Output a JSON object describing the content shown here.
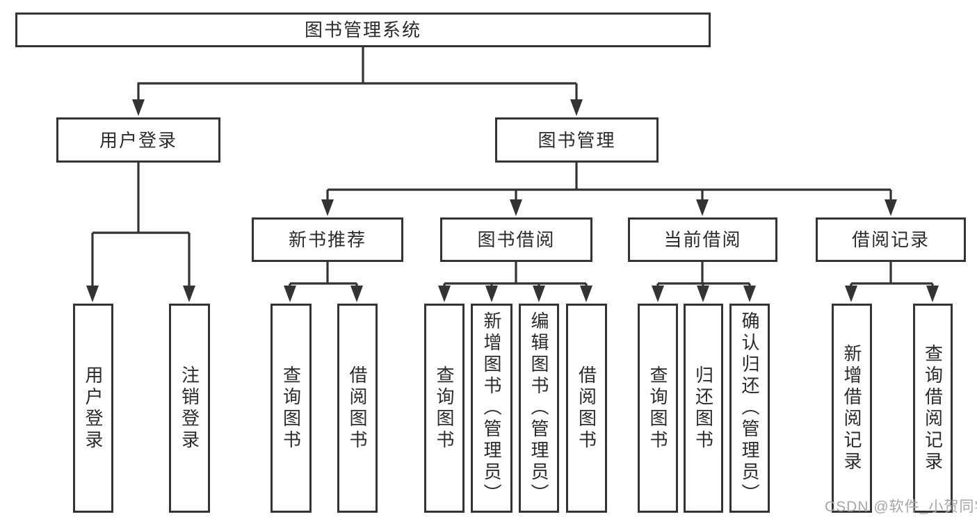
{
  "diagram": {
    "root": {
      "label": "图书管理系统"
    },
    "level2": [
      {
        "label": "用户登录"
      },
      {
        "label": "图书管理"
      }
    ],
    "level3": [
      {
        "label": "新书推荐"
      },
      {
        "label": "图书借阅"
      },
      {
        "label": "当前借阅"
      },
      {
        "label": "借阅记录"
      }
    ],
    "leaves": {
      "user_login": [
        {
          "label": "用户登录"
        },
        {
          "label": "注销登录"
        }
      ],
      "new_books": [
        {
          "label": "查询图书"
        },
        {
          "label": "借阅图书"
        }
      ],
      "book_borrow": [
        {
          "label": "查询图书"
        },
        {
          "label": "新增图书（管理员）"
        },
        {
          "label": "编辑图书（管理员）"
        },
        {
          "label": "借阅图书"
        }
      ],
      "current_borrow": [
        {
          "label": "查询图书"
        },
        {
          "label": "归还图书"
        },
        {
          "label": "确认归还（管理员）"
        }
      ],
      "borrow_records": [
        {
          "label": "新增借阅记录"
        },
        {
          "label": "查询借阅记录"
        }
      ]
    },
    "watermark": "CSDN @软件_小贺同学",
    "colors": {
      "line": "#333333",
      "box_border": "#333333",
      "text": "#2b2b2b",
      "watermark": "#a6a6a6",
      "background": "#ffffff"
    }
  }
}
